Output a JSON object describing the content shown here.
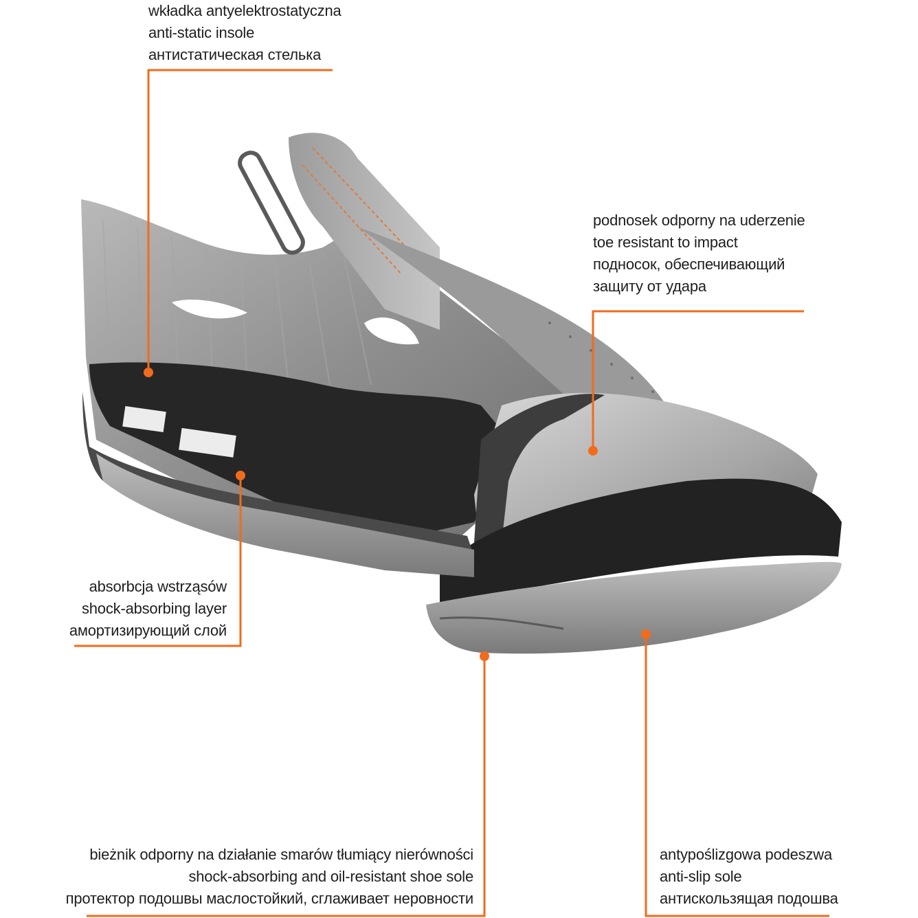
{
  "accent_color": "#f26b1d",
  "callouts": {
    "insole": {
      "pl": "wkładka antyelektrostatyczna",
      "en": "anti-static insole",
      "ru": "антистатическая стелька"
    },
    "toecap": {
      "pl": "podnosek odporny na uderzenie",
      "en": "toe resistant to impact",
      "ru_1": "подносок, обеспечивающий",
      "ru_2": "защиту от удара"
    },
    "shock": {
      "pl": "absorbcja wstrząsów",
      "en": "shock-absorbing layer",
      "ru": "амортизирующий слой"
    },
    "tread": {
      "pl": "bieżnik odporny na działanie smarów tłumiący nierówności",
      "en": "shock-absorbing and oil-resistant shoe sole",
      "ru": "протектор подошвы маслостойкий, сглаживает неровности"
    },
    "antislip": {
      "pl": "antypoślizgowa podeszwa",
      "en": "anti-slip sole",
      "ru": "антискользящая подошва"
    }
  }
}
